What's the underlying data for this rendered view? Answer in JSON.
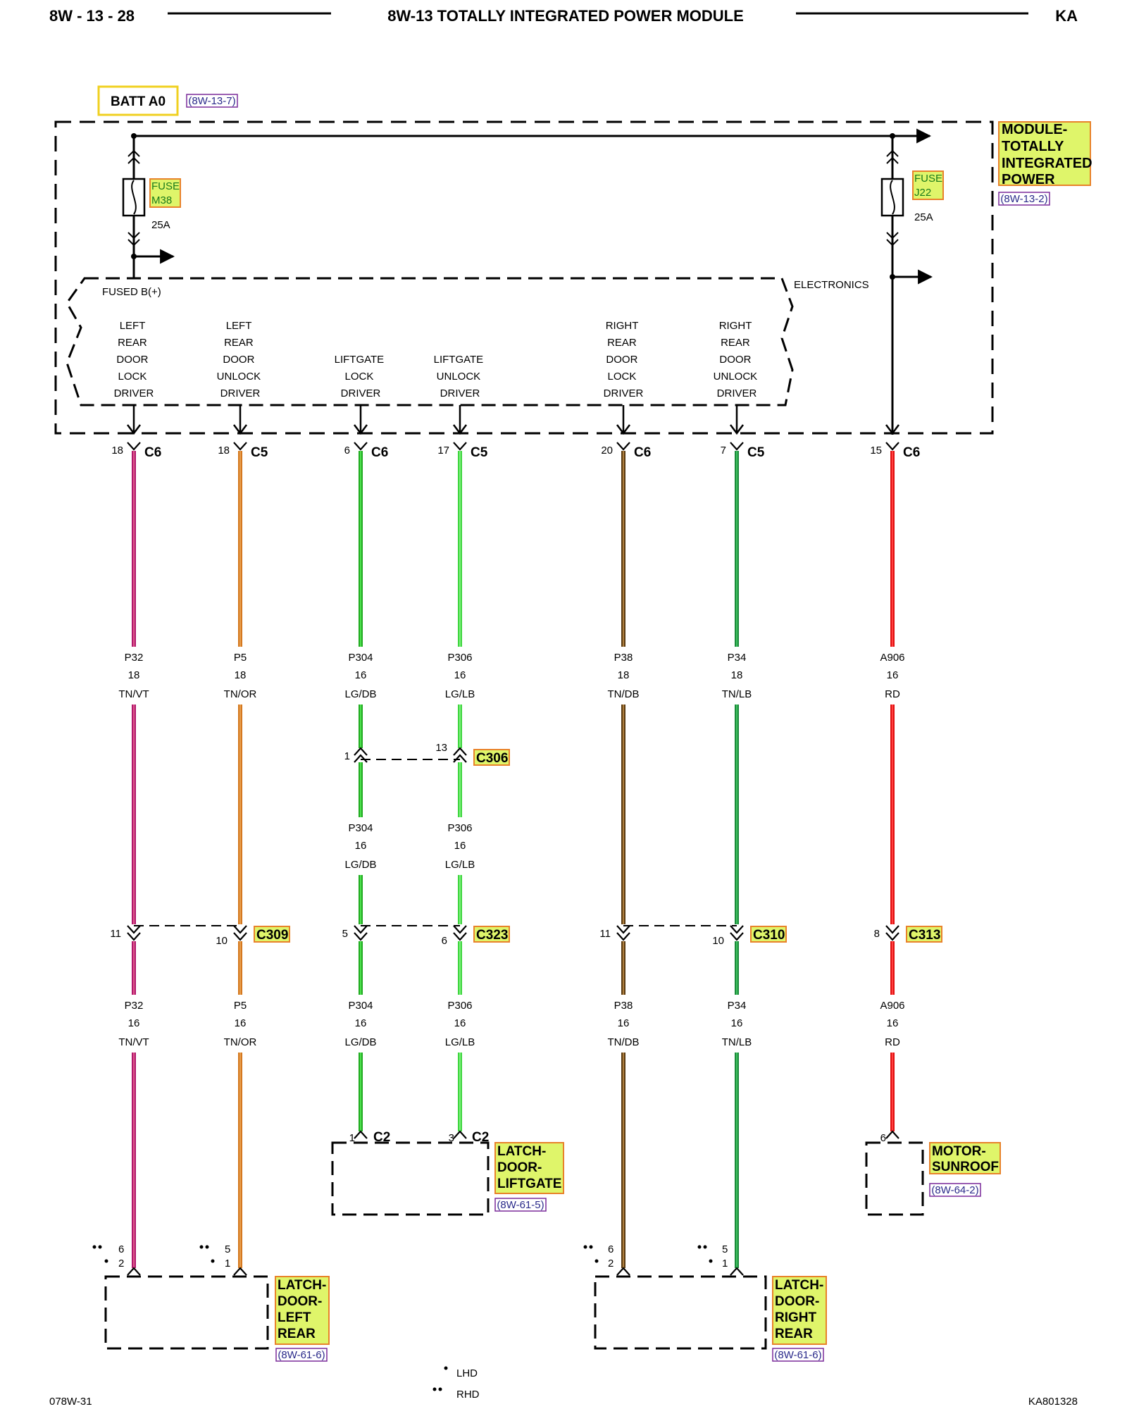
{
  "header": {
    "page_ref": "8W - 13 - 28",
    "title": "8W-13 TOTALLY INTEGRATED POWER MODULE",
    "model": "KA"
  },
  "batt": {
    "label": "BATT A0",
    "ref": "(8W-13-7)"
  },
  "module": {
    "name": "MODULE-TOTALLY INTEGRATED POWER",
    "name_lines": [
      "MODULE-",
      "TOTALLY",
      "INTEGRATED",
      "POWER"
    ],
    "ref": "(8W-13-2)",
    "fused_label": "FUSED B(+)",
    "electronics_label": "ELECTRONICS"
  },
  "fuses": [
    {
      "name": "FUSE M38",
      "lines": [
        "FUSE",
        "M38"
      ],
      "rating": "25A"
    },
    {
      "name": "FUSE J22",
      "lines": [
        "FUSE",
        "J22"
      ],
      "rating": "25A"
    }
  ],
  "drivers": [
    {
      "lines": [
        "LEFT",
        "REAR",
        "DOOR",
        "LOCK",
        "DRIVER"
      ]
    },
    {
      "lines": [
        "LEFT",
        "REAR",
        "DOOR",
        "UNLOCK",
        "DRIVER"
      ]
    },
    {
      "lines": [
        "LIFTGATE",
        "LOCK",
        "DRIVER"
      ]
    },
    {
      "lines": [
        "LIFTGATE",
        "UNLOCK",
        "DRIVER"
      ]
    },
    {
      "lines": [
        "RIGHT",
        "REAR",
        "DOOR",
        "LOCK",
        "DRIVER"
      ]
    },
    {
      "lines": [
        "RIGHT",
        "REAR",
        "DOOR",
        "UNLOCK",
        "DRIVER"
      ]
    }
  ],
  "module_pins": [
    {
      "pin": "18",
      "connector": "C6"
    },
    {
      "pin": "18",
      "connector": "C5"
    },
    {
      "pin": "6",
      "connector": "C6"
    },
    {
      "pin": "17",
      "connector": "C5"
    },
    {
      "pin": "20",
      "connector": "C6"
    },
    {
      "pin": "7",
      "connector": "C5"
    },
    {
      "pin": "15",
      "connector": "C6"
    }
  ],
  "wires": [
    {
      "circuit": "P32",
      "gauge": "18",
      "color": "TN/VT",
      "gauge2": "16",
      "color_hex": "#b0186e",
      "tracer_hex": "#e05a8a"
    },
    {
      "circuit": "P5",
      "gauge": "18",
      "color": "TN/OR",
      "gauge2": "16",
      "color_hex": "#d4781e",
      "tracer_hex": "#e8a050"
    },
    {
      "circuit": "P304",
      "gauge": "16",
      "color": "LG/DB",
      "gauge2": "16",
      "color_hex": "#1faa1f",
      "tracer_hex": "#4fe04f"
    },
    {
      "circuit": "P306",
      "gauge": "16",
      "color": "LG/LB",
      "gauge2": "16",
      "color_hex": "#3fd63f",
      "tracer_hex": "#7ff07f"
    },
    {
      "circuit": "P38",
      "gauge": "18",
      "color": "TN/DB",
      "gauge2": "16",
      "color_hex": "#5a3a10",
      "tracer_hex": "#b08040"
    },
    {
      "circuit": "P34",
      "gauge": "18",
      "color": "TN/LB",
      "gauge2": "16",
      "color_hex": "#1a8a3a",
      "tracer_hex": "#3fc060"
    },
    {
      "circuit": "A906",
      "gauge": "16",
      "color": "RD",
      "gauge2": "16",
      "color_hex": "#e01010",
      "tracer_hex": "#ff4040"
    }
  ],
  "inline_connectors": [
    {
      "name": "C306",
      "pins": [
        "1",
        "13"
      ]
    },
    {
      "name": "C309",
      "pins": [
        "11",
        "10"
      ]
    },
    {
      "name": "C323",
      "pins": [
        "5",
        "6"
      ]
    },
    {
      "name": "C310",
      "pins": [
        "11",
        "10"
      ]
    },
    {
      "name": "C313",
      "pins": [
        "8"
      ]
    }
  ],
  "components": [
    {
      "name": "LATCH-DOOR-LIFTGATE",
      "lines": [
        "LATCH-",
        "DOOR-",
        "LIFTGATE"
      ],
      "ref": "(8W-61-5)",
      "pins": [
        {
          "pin": "1",
          "connector": "C2"
        },
        {
          "pin": "3",
          "connector": "C2"
        }
      ]
    },
    {
      "name": "MOTOR-SUNROOF",
      "lines": [
        "MOTOR-",
        "SUNROOF"
      ],
      "ref": "(8W-64-2)",
      "pins": [
        {
          "pin": "6"
        }
      ]
    },
    {
      "name": "LATCH-DOOR-LEFT REAR",
      "lines": [
        "LATCH-",
        "DOOR-",
        "LEFT",
        "REAR"
      ],
      "ref": "(8W-61-6)",
      "pins": [
        {
          "lhd": "2",
          "rhd": "6"
        },
        {
          "lhd": "1",
          "rhd": "5"
        }
      ]
    },
    {
      "name": "LATCH-DOOR-RIGHT REAR",
      "lines": [
        "LATCH-",
        "DOOR-",
        "RIGHT",
        "REAR"
      ],
      "ref": "(8W-61-6)",
      "pins": [
        {
          "lhd": "2",
          "rhd": "6"
        },
        {
          "lhd": "1",
          "rhd": "5"
        }
      ]
    }
  ],
  "legend": {
    "lhd": "LHD",
    "rhd": "RHD"
  },
  "footer": {
    "left": "078W-31",
    "right": "KA801328"
  },
  "colors": {
    "highlight": "#dff56a",
    "highlight_border": "#e8822a",
    "ref_border": "#7a2a9a",
    "batt_border": "#f0d020"
  }
}
